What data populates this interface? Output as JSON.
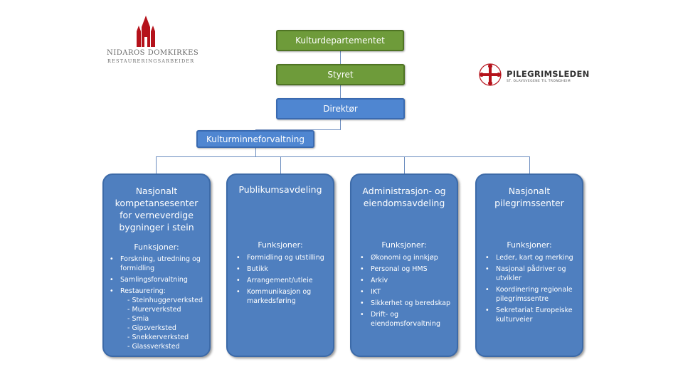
{
  "logos": {
    "nidaros": {
      "line1": "NIDAROS DOMKIRKES",
      "line2": "RESTAURERINGSARBEIDER"
    },
    "pilegrim": {
      "name": "PILEGRIMSLEDEN",
      "tagline": "ST. OLAVSVEGENE TIL TRONDHEIM"
    }
  },
  "hierarchy": {
    "ministry": "Kulturdepartementet",
    "board": "Styret",
    "director": "Direktør",
    "division": "Kulturminneforvaltning"
  },
  "departments": [
    {
      "title": "Nasjonalt kompetansesenter for verneverdige bygninger i stein",
      "functions_label": "Funksjoner:",
      "items": [
        {
          "text": "Forskning, utredning og formidling"
        },
        {
          "text": "Samlingsforvaltning"
        },
        {
          "text": "Restaurering:",
          "sub": [
            "- Steinhuggerverksted",
            "- Murerverksted",
            "- Smia",
            "- Gipsverksted",
            "- Snekkerverksted",
            "- Glassverksted"
          ]
        }
      ]
    },
    {
      "title": "Publikumsavdeling",
      "functions_label": "Funksjoner:",
      "items": [
        {
          "text": "Formidling og utstilling"
        },
        {
          "text": "Butikk"
        },
        {
          "text": "Arrangement/utleie"
        },
        {
          "text": "Kommunikasjon og markedsføring"
        }
      ]
    },
    {
      "title": "Administrasjon- og eiendomsavdeling",
      "functions_label": "Funksjoner:",
      "items": [
        {
          "text": "Økonomi og innkjøp"
        },
        {
          "text": "Personal og HMS"
        },
        {
          "text": "Arkiv"
        },
        {
          "text": "IKT"
        },
        {
          "text": "Sikkerhet og beredskap"
        },
        {
          "text": "Drift- og eiendomsforvaltning"
        }
      ]
    },
    {
      "title": "Nasjonalt pilegrimssenter",
      "functions_label": "Funksjoner:",
      "items": [
        {
          "text": "Leder, kart og merking"
        },
        {
          "text": "Nasjonal pådriver og utvikler"
        },
        {
          "text": "Koordinering regionale pilegrimssentre"
        },
        {
          "text": "Sekretariat Europeiske kulturveier"
        }
      ]
    }
  ],
  "colors": {
    "green": "#6e9b3a",
    "blue_box": "#4f86d1",
    "department": "#4f7fbf",
    "connector": "#6b8cbf",
    "nidaros_red": "#b5121b",
    "pilegrim_red": "#b5121b"
  }
}
